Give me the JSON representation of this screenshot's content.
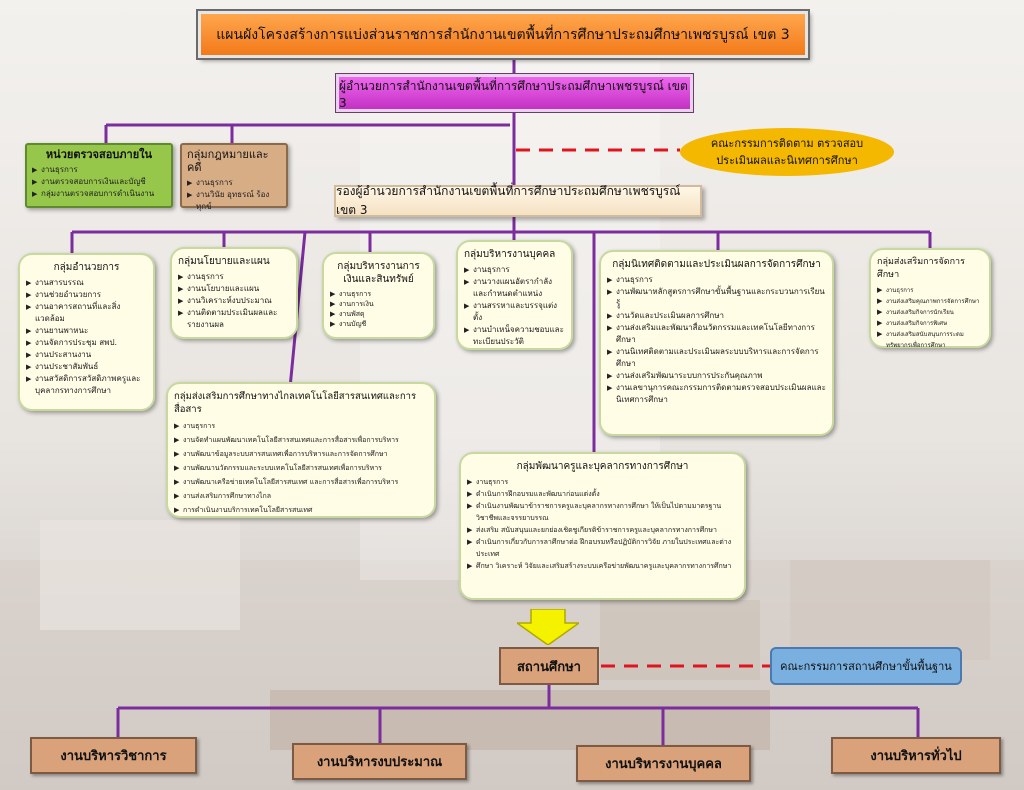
{
  "title": "แผนผังโครงสร้างการแบ่งส่วนราชการสำนักงานเขตพื้นที่การศึกษาประถมศึกษาเพชรบูรณ์ เขต 3",
  "director": "ผู้อำนวยการสำนักงานเขตพื้นที่การศึกษาประถมศึกษาเพชรบูรณ์ เขต 3",
  "deputy": "รองผู้อำนวยการสำนักงานเขตพื้นที่การศึกษาประถมศึกษาเพชรบูรณ์ เขต 3",
  "committee": {
    "line1": "คณะกรรมการติดตาม ตรวจสอบ",
    "line2": "ประเมินผลและนิเทศการศึกษา"
  },
  "audit": {
    "title": "หน่วยตรวจสอบภายใน",
    "items": [
      "งานธุรการ",
      "งานตรวจสอบการเงินและบัญชี",
      "กลุ่มงานตรวจสอบการดำเนินงาน"
    ]
  },
  "legal": {
    "title": "กลุ่มกฎหมายและคดี",
    "items": [
      "งานธุรการ",
      "งานวินัย อุทธรณ์ ร้องทุกข์"
    ]
  },
  "groups": {
    "admin": {
      "title": "กลุ่มอำนวยการ",
      "items": [
        "งานสารบรรณ",
        "งานช่วยอำนวยการ",
        "งานอาคารสถานที่และสิ่งแวดล้อม",
        "งานยานพาหนะ",
        "งานจัดการประชุม สพป.",
        "งานประสานงาน",
        "งานประชาสัมพันธ์",
        "งานสวัสดิการสวัสดิภาพครูและบุคลากรทางการศึกษา"
      ]
    },
    "policy": {
      "title": "กลุ่มนโยบายและแผน",
      "items": [
        "งานธุรการ",
        "งานนโยบายและแผน",
        "งานวิเคราะห์งบประมาณ",
        "งานติดตามประเมินผลและรายงานผล"
      ]
    },
    "finance": {
      "title": "กลุ่มบริหารงานการเงินและสินทรัพย์",
      "items": [
        "งานธุรการ",
        "งานการเงิน",
        "งานพัสดุ",
        "งานบัญชี"
      ]
    },
    "personnel": {
      "title": "กลุ่มบริหารงานบุคคล",
      "items": [
        "งานธุรการ",
        "งานวางแผนอัตรากำลังและกำหนดตำแหน่ง",
        "งานสรรหาและบรรจุแต่งตั้ง",
        "งานบำเหน็จความชอบและทะเบียนประวัติ"
      ]
    },
    "supervision": {
      "title": "กลุ่มนิเทศติดตามและประเมินผลการจัดการศึกษา",
      "items": [
        "งานธุรการ",
        "งานพัฒนาหลักสูตรการศึกษาขั้นพื้นฐานและกระบวนการเรียนรู้",
        "งานวัดและประเมินผลการศึกษา",
        "งานส่งเสริมและพัฒนาสื่อนวัตกรรมและเทคโนโลยีทางการศึกษา",
        "งานนิเทศติดตามและประเมินผลระบบบริหารและการจัดการศึกษา",
        "งานส่งเสริมพัฒนาระบบการประกันคุณภาพ",
        "งานเลขานุการคณะกรรมการติดตามตรวจสอบประเมินผลและนิเทศการศึกษา"
      ]
    },
    "promotion": {
      "title": "กลุ่มส่งเสริมการจัดการศึกษา",
      "items": [
        "งานธุรการ",
        "งานส่งเสริมคุณภาพการจัดการศึกษา",
        "งานส่งเสริมกิจการนักเรียน",
        "งานส่งเสริมกิจการพิเศษ",
        "งานส่งเสริมสนับสนุนการระดมทรัพยากรเพื่อการศึกษา"
      ]
    },
    "ict": {
      "title": "กลุ่มส่งเสริมการศึกษาทางไกลเทคโนโลยีสารสนเทศและการสื่อสาร",
      "items": [
        "งานธุรการ",
        "งานจัดทำแผนพัฒนาเทคโนโลยีสารสนเทศและการสื่อสารเพื่อการบริหาร",
        "งานพัฒนาข้อมูลระบบสารสนเทศเพื่อการบริหารและการจัดการศึกษา",
        "งานพัฒนานวัตกรรมและระบบเทคโนโลยีสารสนเทศเพื่อการบริหาร",
        "งานพัฒนาเครือข่ายเทคโนโลยีสารสนเทศ และการสื่อสารเพื่อการบริหาร",
        "งานส่งเสริมการศึกษาทางไกล",
        "การดำเนินงานบริการเทคโนโลยีสารสนเทศ"
      ]
    },
    "teacherdev": {
      "title": "กลุ่มพัฒนาครูและบุคลากรทางการศึกษา",
      "items": [
        "งานธุรการ",
        "ดำเนินการฝึกอบรมและพัฒนาก่อนแต่งตั้ง",
        "ดำเนินงานพัฒนาข้าราชการครูและบุคลากรทางการศึกษา ให้เป็นไปตามมาตรฐานวิชาชีพและจรรยาบรรณ",
        "ส่งเสริม สนับสนุนและยกย่องเชิดชูเกียรติข้าราชการครูและบุคลากรทางการศึกษา",
        "ดำเนินการเกี่ยวกับการลาศึกษาต่อ ฝึกอบรมหรือปฏิบัติการวิจัย ภายในประเทศและต่างประเทศ",
        "ศึกษา วิเคราะห์ วิจัยและเสริมสร้างระบบเครือข่ายพัฒนาครูและบุคลากรทางการศึกษา"
      ]
    }
  },
  "school": "สถานศึกษา",
  "school_board": "คณะกรรมการสถานศึกษาขั้นพื้นฐาน",
  "units": [
    "งานบริหารวิชาการ",
    "งานบริหารงบประมาณ",
    "งานบริหารงานบุคคล",
    "งานบริหารทั่วไป"
  ],
  "colors": {
    "line": "#7b2d9e",
    "dash": "#e0141e",
    "accent": "#f27a1a"
  }
}
